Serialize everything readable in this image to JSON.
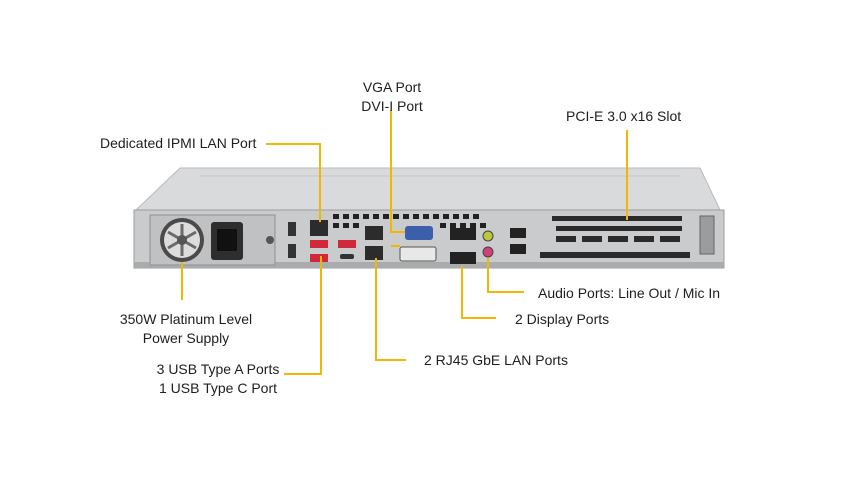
{
  "diagram": {
    "callouts": [
      {
        "id": "vga",
        "lines": [
          "VGA Port",
          "DVI-I Port"
        ]
      },
      {
        "id": "pcie",
        "lines": [
          "PCI-E 3.0 x16 Slot"
        ]
      },
      {
        "id": "ipmi",
        "lines": [
          "Dedicated IPMI  LAN Port"
        ]
      },
      {
        "id": "psu",
        "lines": [
          "350W Platinum  Level",
          "Power Supply"
        ]
      },
      {
        "id": "usb",
        "lines": [
          "3 USB Type  A Ports",
          "1 USB Type  C Port"
        ]
      },
      {
        "id": "lan",
        "lines": [
          "2 RJ45 GbE LAN Ports"
        ]
      },
      {
        "id": "audio",
        "lines": [
          "Audio Ports:  Line Out  / Mic In"
        ]
      },
      {
        "id": "display",
        "lines": [
          "2 Display Ports"
        ]
      }
    ],
    "colors": {
      "leader": "#f2b705",
      "chassis": "#c9cbcd",
      "panel": "#b3b5b7",
      "dark": "#2a2a2a"
    }
  }
}
